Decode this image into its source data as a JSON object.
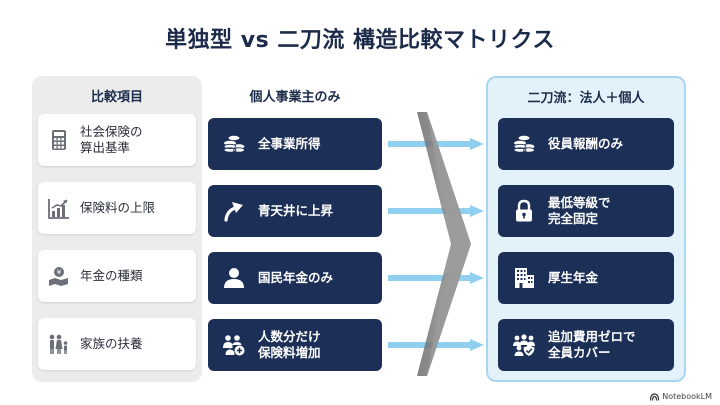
{
  "title": "単独型 vs 二刀流 構造比較マトリクス",
  "left_column": {
    "heading": "比較項目",
    "items": [
      {
        "label": "社会保険の\n算出基準",
        "icon": "calculator-icon"
      },
      {
        "label": "保険料の上限",
        "icon": "bar-chart-icon"
      },
      {
        "label": "年金の種類",
        "icon": "pension-icon"
      },
      {
        "label": "家族の扶養",
        "icon": "family-icon"
      }
    ]
  },
  "middle_column": {
    "heading": "個人事業主のみ",
    "items": [
      {
        "label": "全事業所得",
        "icon": "coins-icon"
      },
      {
        "label": "青天井に上昇",
        "icon": "arrow-up-icon"
      },
      {
        "label": "国民年金のみ",
        "icon": "person-icon"
      },
      {
        "label": "人数分だけ\n保険料増加",
        "icon": "people-plus-icon"
      }
    ]
  },
  "right_column": {
    "heading": "二刀流：法人＋個人",
    "items": [
      {
        "label": "役員報酬のみ",
        "icon": "coins-icon"
      },
      {
        "label": "最低等級で\n完全固定",
        "icon": "lock-icon"
      },
      {
        "label": "厚生年金",
        "icon": "building-icon"
      },
      {
        "label": "追加費用ゼロで\n全員カバー",
        "icon": "group-shield-icon"
      }
    ]
  },
  "brand": "NotebookLM",
  "colors": {
    "navy": "#1c2f57",
    "light_blue": "#e3f2fa",
    "arrow_blue": "#8fd0f0",
    "gray_panel": "#ececec"
  }
}
